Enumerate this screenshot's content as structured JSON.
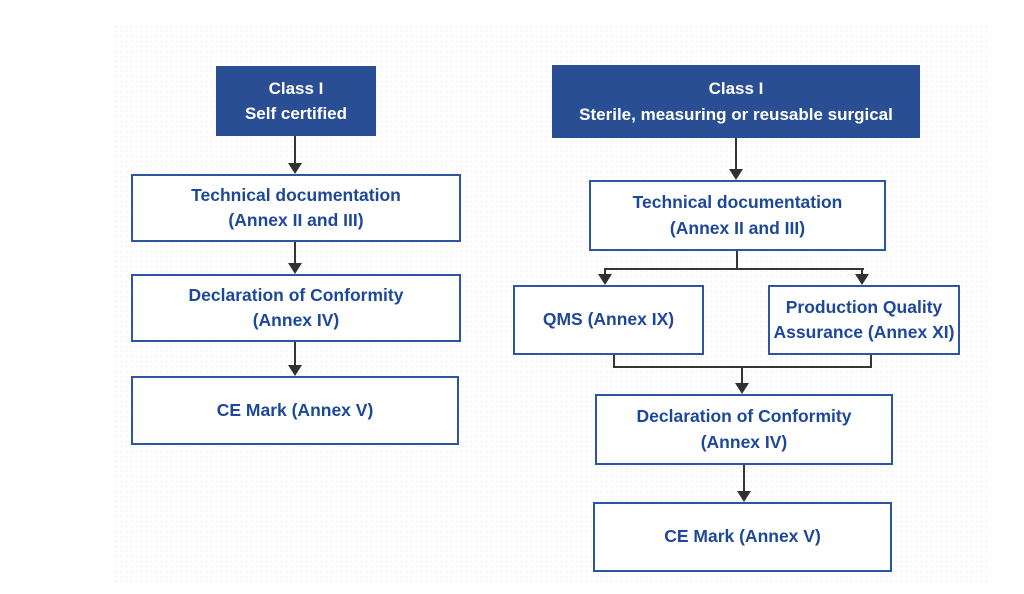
{
  "left_chart": {
    "header": {
      "line1": "Class I",
      "line2": "Self certified"
    },
    "tech": {
      "line1": "Technical documentation",
      "line2": "(Annex II and III)"
    },
    "doc": {
      "line1": "Declaration of Conformity",
      "line2": "(Annex IV)"
    },
    "ce": {
      "line1": "CE Mark (Annex V)"
    }
  },
  "right_chart": {
    "header": {
      "line1": "Class I",
      "line2": "Sterile, measuring or reusable surgical"
    },
    "tech": {
      "line1": "Technical documentation",
      "line2": "(Annex II and III)"
    },
    "qms": {
      "line1": "QMS (Annex IX)"
    },
    "pqa": {
      "line1": "Production Quality",
      "line2": "Assurance (Annex XI)"
    },
    "doc": {
      "line1": "Declaration of Conformity",
      "line2": "(Annex IV)"
    },
    "ce": {
      "line1": "CE Mark (Annex V)"
    }
  },
  "colors": {
    "header_fill": "#2a4e94",
    "header_text": "#ffffff",
    "box_border": "#2d55a4",
    "box_text": "#1d4899",
    "connector": "#353535"
  }
}
